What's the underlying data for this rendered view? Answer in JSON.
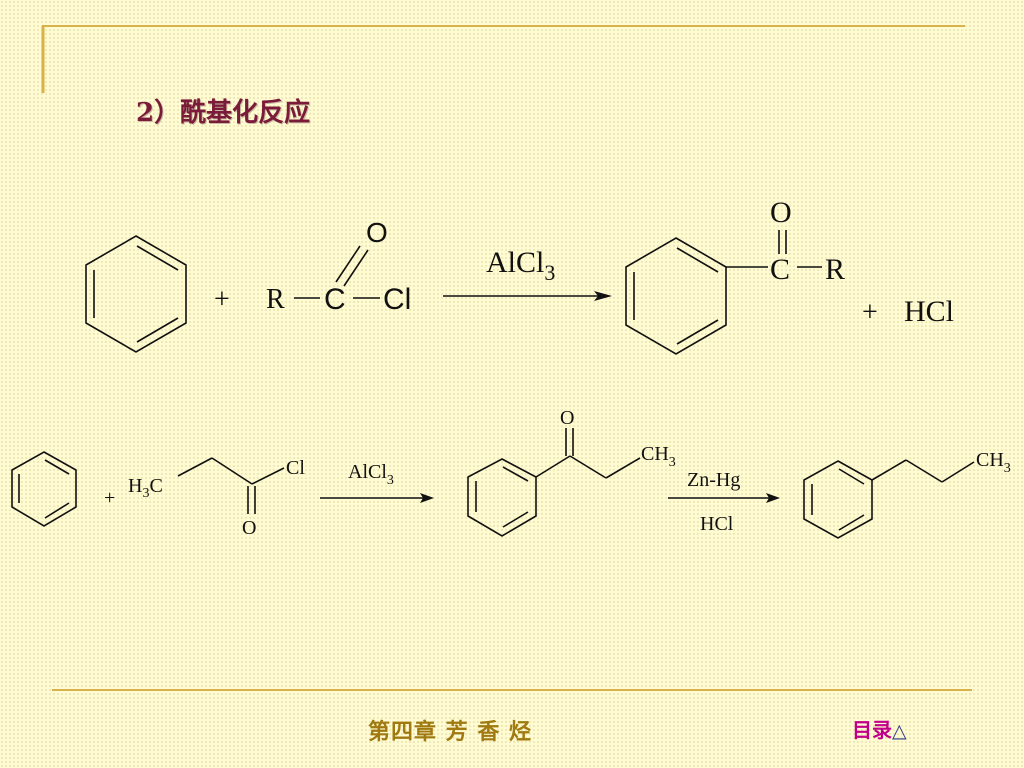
{
  "slide": {
    "title": "2）酰基化反应",
    "footer_chapter": "第四章 芳 香 烃",
    "footer_toc": "目录",
    "footer_toc_icon": "△",
    "colors": {
      "background": "#fffbd2",
      "frame_line": "#d8b24a",
      "title": "#7b1b3a",
      "footer_chapter": "#a07a10",
      "footer_toc": "#c0008a"
    }
  },
  "reaction1": {
    "plus1": "+",
    "R": "R",
    "C": "C",
    "Cl": "Cl",
    "O": "O",
    "catalyst": "AlCl",
    "catalyst_sub": "3",
    "product_O": "O",
    "product_C": "C",
    "product_R": "R",
    "plus2": "+",
    "byproduct": "HCl"
  },
  "reaction2": {
    "plus": "+",
    "H3C_H": "H",
    "H3C_sub": "3",
    "H3C_C": "C",
    "Cl": "Cl",
    "O": "O",
    "catalyst": "AlCl",
    "catalyst_sub": "3",
    "ketone_O": "O",
    "ketone_CH": "CH",
    "ketone_CH_sub": "3",
    "reagent_top": "Zn-Hg",
    "reagent_bottom": "HCl",
    "product_CH": "CH",
    "product_CH_sub": "3"
  }
}
